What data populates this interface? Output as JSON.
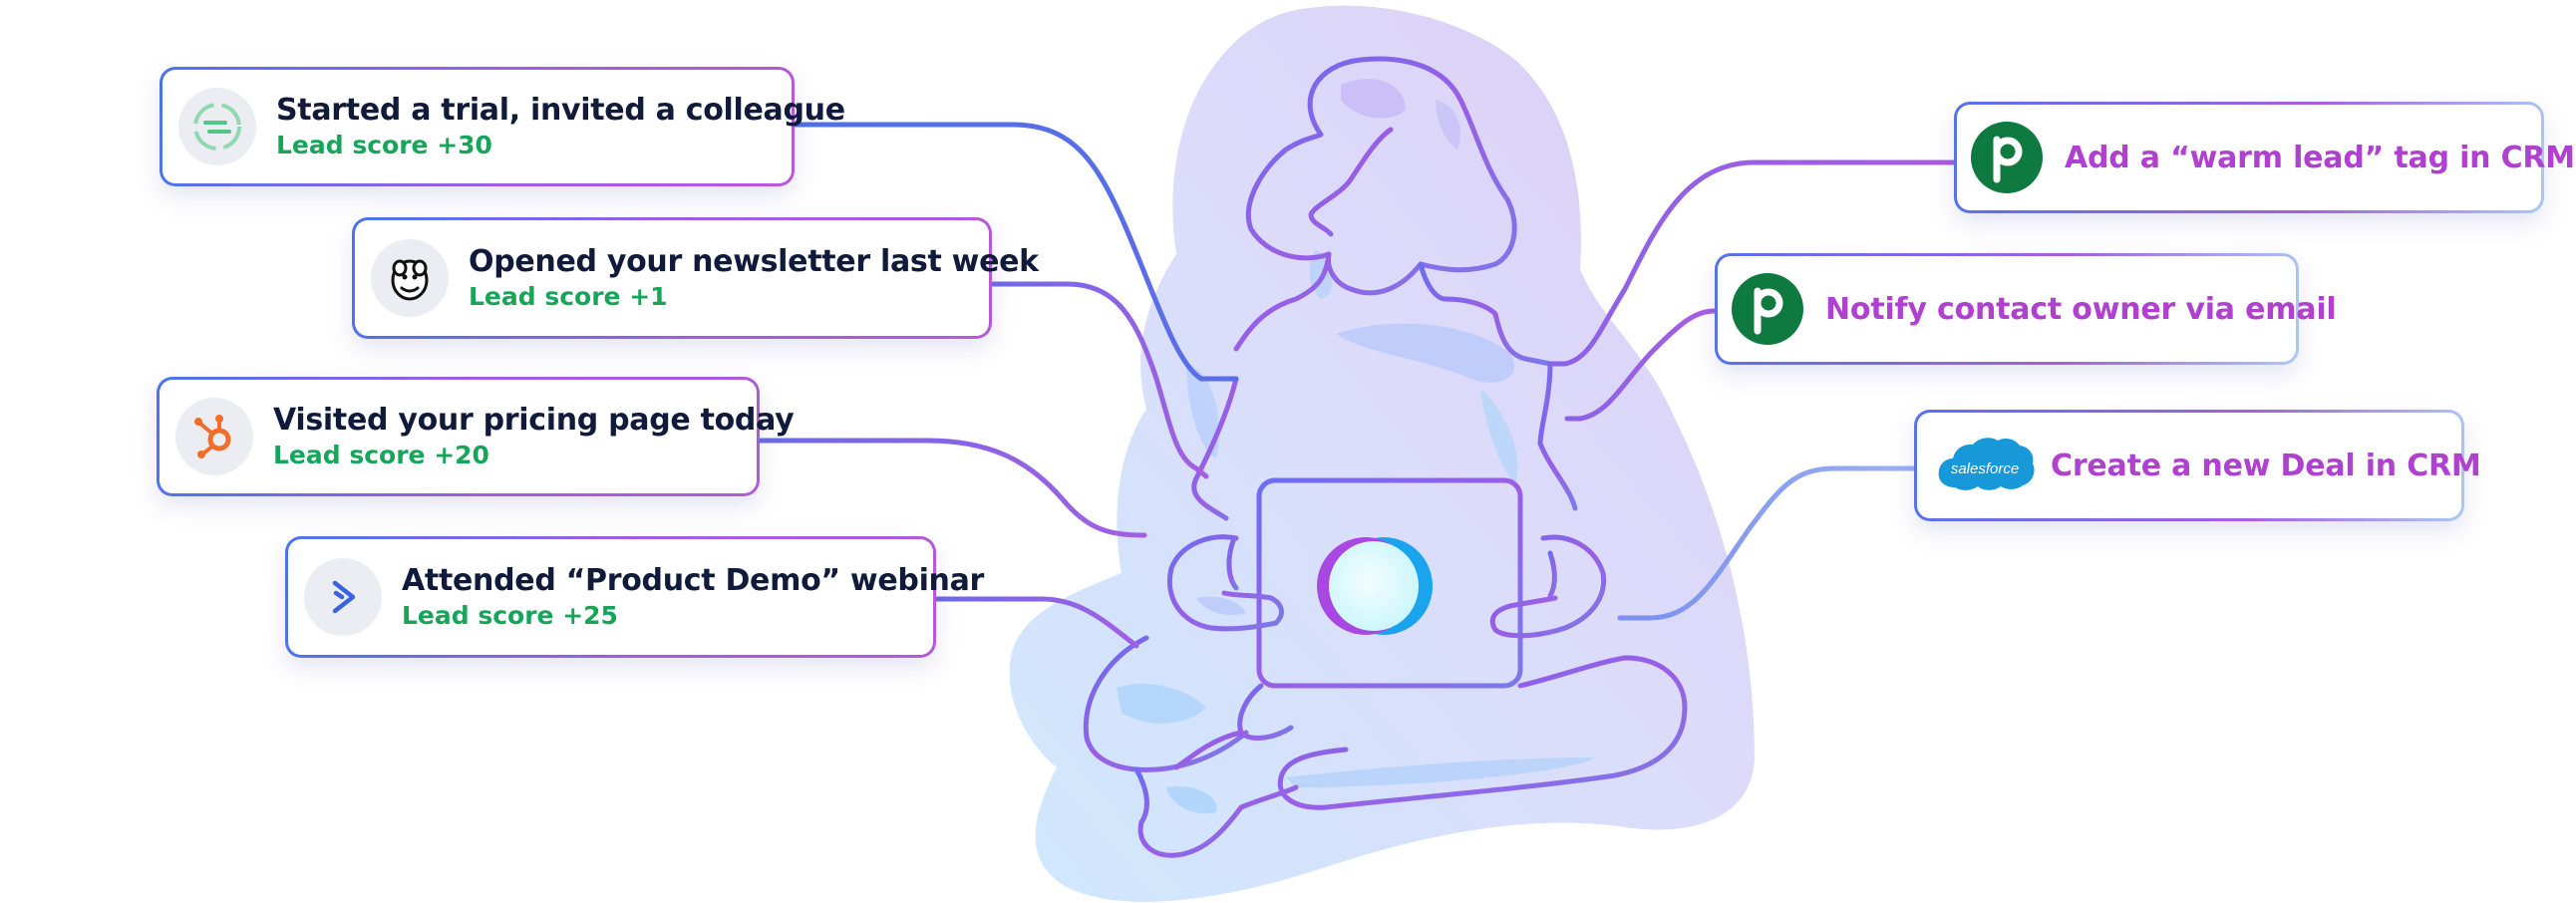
{
  "triggers": [
    {
      "title": "Started a trial, invited a colleague",
      "score": "Lead score +30",
      "icon": "segment-icon"
    },
    {
      "title": "Opened your newsletter last week",
      "score": "Lead score +1",
      "icon": "mailchimp-icon"
    },
    {
      "title": "Visited your pricing page today",
      "score": "Lead score +20",
      "icon": "hubspot-icon"
    },
    {
      "title": "Attended “Product Demo” webinar",
      "score": "Lead score +25",
      "icon": "activecampaign-icon"
    }
  ],
  "actions": [
    {
      "label": "Add a “warm lead” tag in CRM",
      "icon": "pipedrive-icon",
      "icon_letter": "p"
    },
    {
      "label": "Notify contact owner via email",
      "icon": "pipedrive-icon",
      "icon_letter": "p"
    },
    {
      "label": "Create a new Deal in CRM",
      "icon": "salesforce-icon",
      "icon_text": "salesforce"
    }
  ],
  "colors": {
    "title_text": "#101a3a",
    "score_text": "#17a55a",
    "action_text": "#b040cf",
    "line_blue": "#4f70e8",
    "line_purple": "#a45ee3",
    "figure_fill_blue": "#d3e8fc",
    "figure_fill_purple": "#ddd4f8",
    "pipedrive_green": "#0f7a3f",
    "salesforce_blue": "#1798d9",
    "hubspot_orange": "#f26d2a",
    "activecampaign_blue": "#3b63df"
  }
}
